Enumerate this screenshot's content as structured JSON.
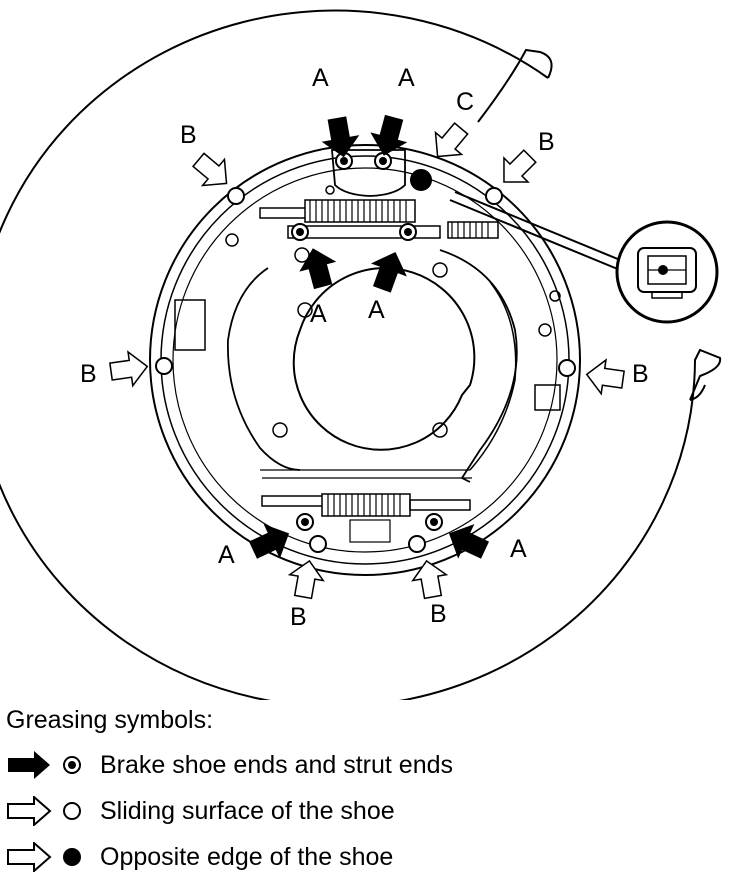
{
  "diagram": {
    "callout_labels": {
      "top_a_left": "A",
      "top_a_right": "A",
      "top_c": "C",
      "upper_left_b": "B",
      "upper_right_b": "B",
      "strut_a_left": "A",
      "strut_a_right": "A",
      "middle_left_b": "B",
      "middle_right_b": "B",
      "bottom_a_left": "A",
      "bottom_a_right": "A",
      "bottom_b_left": "B",
      "bottom_b_right": "B"
    }
  },
  "legend": {
    "title": "Greasing symbols:",
    "items": [
      {
        "symbol": "black-arrow-target-circle",
        "label": "Brake shoe ends and strut ends"
      },
      {
        "symbol": "white-arrow-open-circle",
        "label": "Sliding surface of the shoe"
      },
      {
        "symbol": "white-arrow-filled-circle",
        "label": "Opposite edge of the shoe"
      }
    ]
  },
  "colors": {
    "ink": "#000000",
    "paper": "#ffffff"
  }
}
